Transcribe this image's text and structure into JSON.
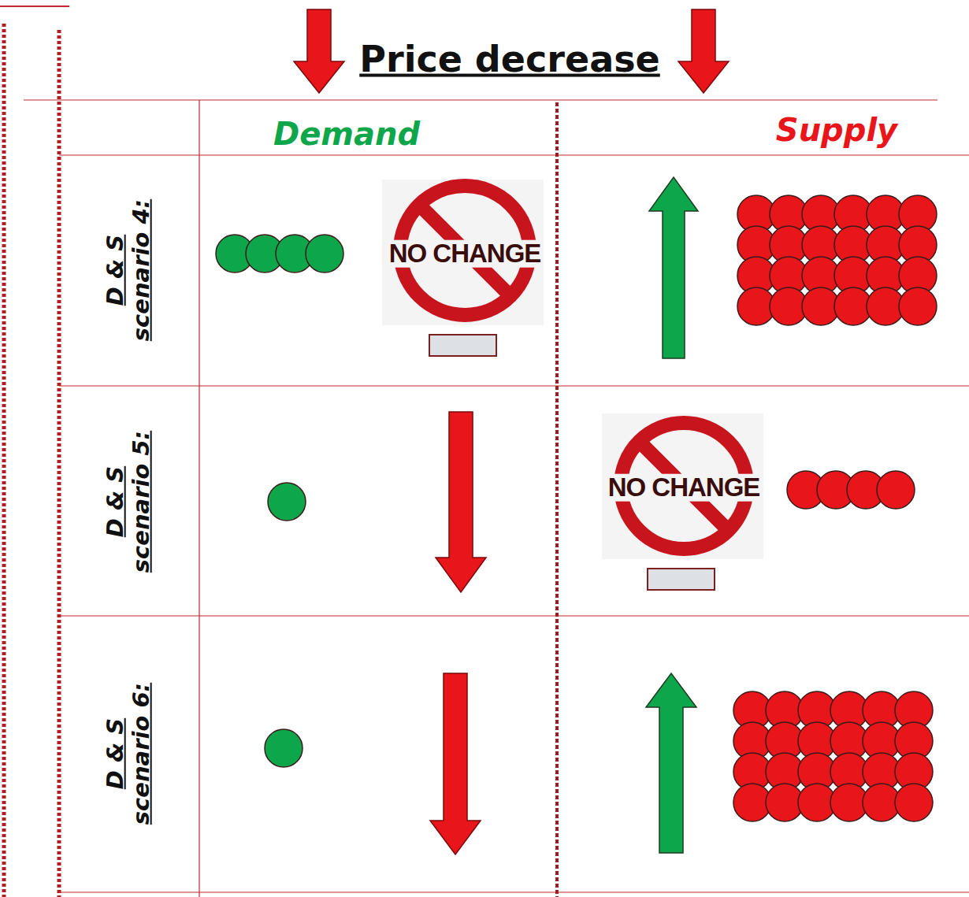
{
  "diagram": {
    "title": "Price decrease",
    "labels": [
      "Demand",
      "Supply",
      "D & S scenario 4:",
      "NO CHANGE",
      "D & S scenario 5:",
      "NO CHANGE",
      "D & S scenario 6:"
    ]
  }
}
